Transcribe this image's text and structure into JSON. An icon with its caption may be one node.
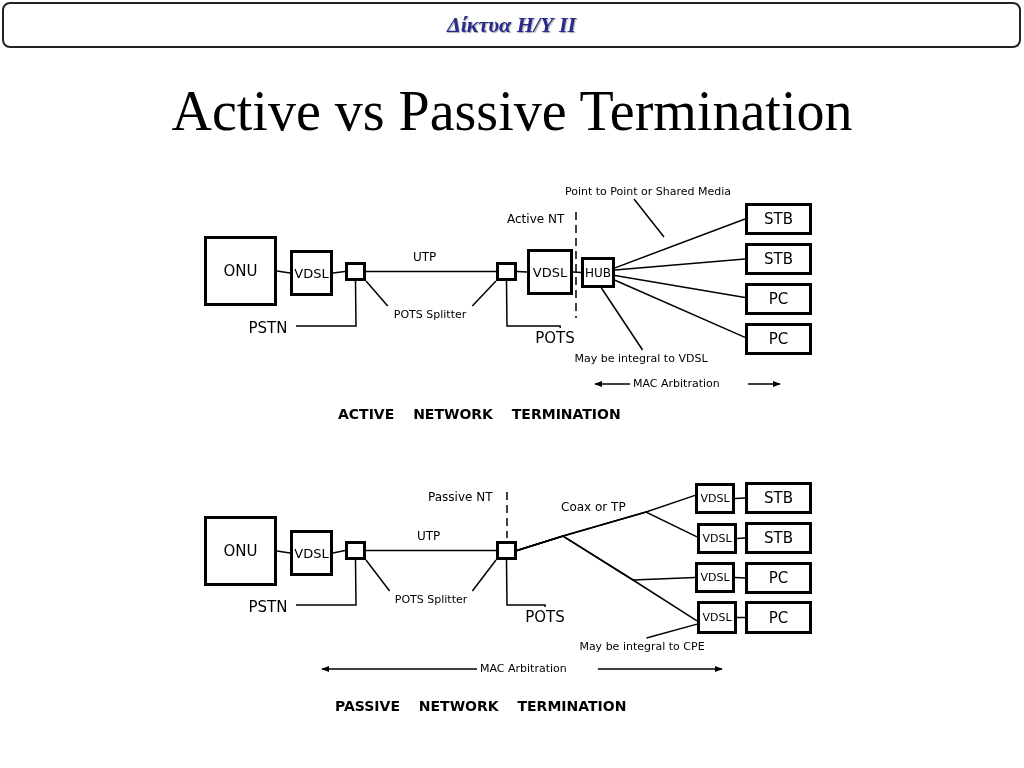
{
  "diagram": {
    "title": "Active vs Passive Termination",
    "nodes": [
      {
        "text": [
          "Δίκτυα Η/Υ II"
        ]
      },
      {
        "text": [
          "ONU"
        ]
      },
      {
        "text": [
          "VDSL"
        ]
      },
      {
        "text": [],
        "shape": "box"
      },
      {
        "text": [],
        "shape": "box"
      },
      {
        "text": [
          "VDSL"
        ]
      },
      {
        "text": [
          "HUB"
        ]
      },
      {
        "text": [
          "STB"
        ]
      },
      {
        "text": [
          "STB"
        ]
      },
      {
        "text": [
          "PC"
        ]
      },
      {
        "text": [
          "PC"
        ]
      },
      {
        "text": [
          "PSTN"
        ]
      },
      {
        "text": [
          "POTS"
        ]
      },
      {
        "text": [
          "POTS Splitter"
        ]
      },
      {
        "text": [
          "Point to Point or Shared Media"
        ]
      },
      {
        "text": [
          "May be integral to VDSL"
        ]
      },
      {
        "text": [
          "ONU"
        ]
      },
      {
        "text": [
          "VDSL"
        ]
      },
      {
        "text": [],
        "shape": "box"
      },
      {
        "text": [],
        "shape": "box"
      },
      {
        "text": [
          "VDSL"
        ]
      },
      {
        "text": [
          "STB"
        ]
      },
      {
        "text": [
          "VDSL"
        ]
      },
      {
        "text": [
          "STB"
        ]
      },
      {
        "text": [
          "VDSL"
        ]
      },
      {
        "text": [
          "PC"
        ]
      },
      {
        "text": [
          "VDSL"
        ]
      },
      {
        "text": [
          "PC"
        ]
      },
      {
        "text": [
          "PSTN"
        ]
      },
      {
        "text": [
          "POTS"
        ]
      },
      {
        "text": [
          "POTS Splitter"
        ]
      },
      {
        "text": [
          "May be integral to CPE"
        ]
      }
    ],
    "edges": [
      {
        "from": 1,
        "to": 2,
        "arrow": "none"
      },
      {
        "from": 2,
        "to": 3,
        "arrow": "none"
      },
      {
        "from": 3,
        "to": 4,
        "arrow": "none",
        "label": "UTP"
      },
      {
        "from": 4,
        "to": 5,
        "arrow": "none"
      },
      {
        "from": 5,
        "to": 6,
        "arrow": "none"
      },
      {
        "from": 6,
        "to": 7,
        "arrow": "none"
      },
      {
        "from": 6,
        "to": 8,
        "arrow": "none"
      },
      {
        "from": 6,
        "to": 9,
        "arrow": "none"
      },
      {
        "from": 6,
        "to": 10,
        "arrow": "none"
      },
      {
        "from": 3,
        "to": 11,
        "arrow": "none"
      },
      {
        "from": 4,
        "to": 12,
        "arrow": "none"
      },
      {
        "from": 13,
        "to": 3,
        "arrow": "none"
      },
      {
        "from": 13,
        "to": 4,
        "arrow": "none"
      },
      {
        "from": 14,
        "to": null,
        "arrow": "none"
      },
      {
        "from": 15,
        "to": 6,
        "arrow": "none"
      },
      {
        "from": 16,
        "to": 17,
        "arrow": "none"
      },
      {
        "from": 17,
        "to": 18,
        "arrow": "none"
      },
      {
        "from": 18,
        "to": 19,
        "arrow": "none",
        "label": "UTP"
      },
      {
        "from": 19,
        "to": 20,
        "arrow": "none",
        "label": "Coax or TP"
      },
      {
        "from": 19,
        "to": 22,
        "arrow": "none"
      },
      {
        "from": 19,
        "to": 24,
        "arrow": "none"
      },
      {
        "from": 19,
        "to": 26,
        "arrow": "none"
      },
      {
        "from": 20,
        "to": 21,
        "arrow": "none"
      },
      {
        "from": 22,
        "to": 23,
        "arrow": "none"
      },
      {
        "from": 24,
        "to": 25,
        "arrow": "none"
      },
      {
        "from": 26,
        "to": 27,
        "arrow": "none"
      },
      {
        "from": 18,
        "to": 28,
        "arrow": "none"
      },
      {
        "from": 19,
        "to": 29,
        "arrow": "none"
      },
      {
        "from": 30,
        "to": 18,
        "arrow": "none"
      },
      {
        "from": 30,
        "to": 19,
        "arrow": "none"
      },
      {
        "from": 31,
        "to": 26,
        "arrow": "none"
      }
    ],
    "labels": [
      "Active NT",
      "MAC Arbitration",
      "ACTIVE NETWORK TERMINATION",
      "Passive NT",
      "MAC Arbitration",
      "PASSIVE NETWORK TERMINATION"
    ]
  }
}
